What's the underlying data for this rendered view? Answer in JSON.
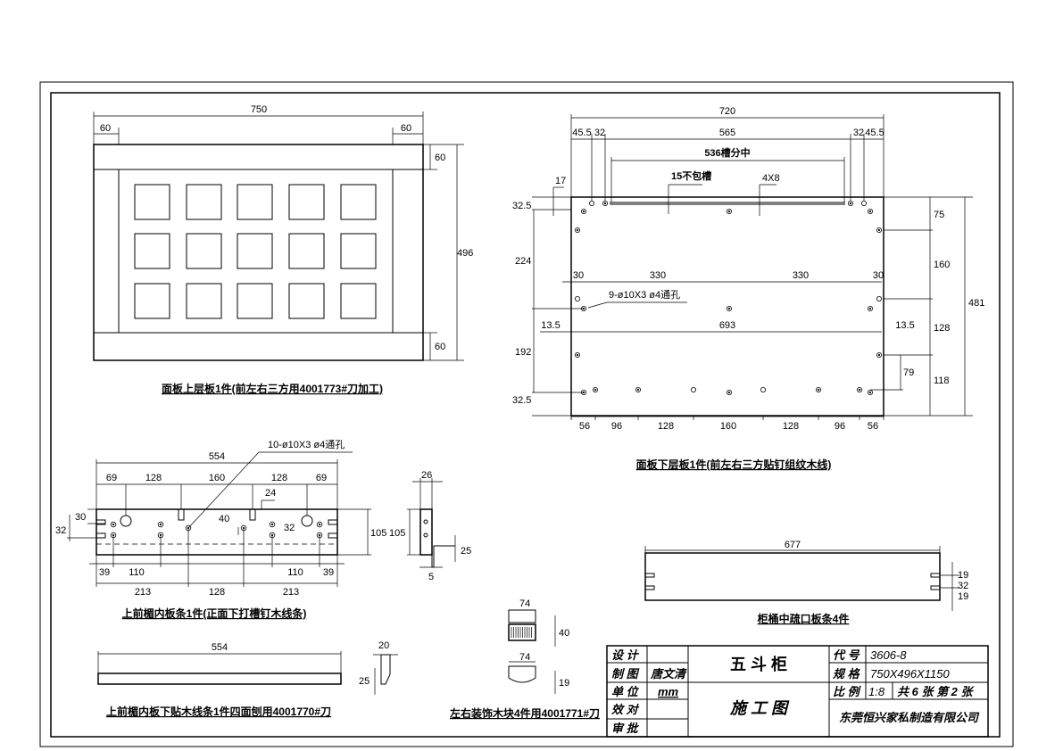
{
  "title_block": {
    "design_label": "设 计",
    "drawing_label": "制 图",
    "drawer": "唐文清",
    "unit_label": "单 位",
    "unit": "mm",
    "check_label": "效 对",
    "approve_label": "审 批",
    "product_name": "五 斗 柜",
    "drawing_type": "施 工 图",
    "code_label": "代 号",
    "code": "3606-8",
    "spec_label": "规 格",
    "spec": "750X496X1150",
    "scale_label": "比 例",
    "scale": "1:8",
    "sheets": "共 6 张 第 2 张",
    "company": "东莞恒兴家私制造有限公司"
  },
  "views": {
    "top_panel": {
      "caption": "面板上层板1件(前左右三方用4001773#刀加工)",
      "dims": [
        "750",
        "60",
        "60",
        "60",
        "496",
        "60"
      ]
    },
    "bottom_panel": {
      "caption": "面板下层板1件(前左右三方贴钉组纹木线)",
      "dims": [
        "720",
        "45.5",
        "32",
        "565",
        "32",
        "45.5",
        "536槽分中",
        "15不包槽",
        "4X8",
        "17",
        "32.5",
        "224",
        "30",
        "330",
        "330",
        "30",
        "9-ø10X3  ø4通孔",
        "13.5",
        "693",
        "13.5",
        "192",
        "32.5",
        "75",
        "160",
        "128",
        "118",
        "79",
        "481",
        "56",
        "96",
        "128",
        "160",
        "128",
        "96",
        "56"
      ]
    },
    "inner_strip": {
      "caption": "上前楣内板条1件(正面下打槽钉木线条)",
      "dims": [
        "10-ø10X3  ø4通孔",
        "554",
        "69",
        "128",
        "160",
        "128",
        "69",
        "24",
        "30",
        "32",
        "40",
        "32",
        "105",
        "39",
        "110",
        "110",
        "39",
        "213",
        "128",
        "213",
        "26",
        "105",
        "25",
        "5"
      ]
    },
    "molding": {
      "caption": "上前楣内板下贴木线条1件四面刨用4001770#刀",
      "dims": [
        "554",
        "20",
        "25"
      ]
    },
    "deco_block": {
      "caption": "左右装饰木块4件用4001771#刀",
      "dims": [
        "74",
        "40",
        "74",
        "19"
      ]
    },
    "drawer_rail": {
      "caption": "柜桶中疏口板条4件",
      "dims": [
        "677",
        "19",
        "32",
        "19"
      ]
    }
  }
}
